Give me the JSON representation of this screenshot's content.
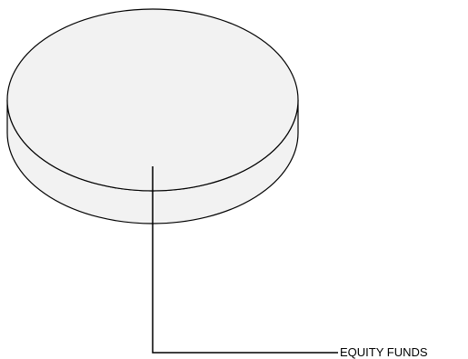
{
  "chart_data": {
    "type": "pie",
    "style": "3d",
    "categories": [
      "EQUITY FUNDS"
    ],
    "values": [
      100
    ],
    "title": "",
    "legend": "none",
    "colors": {
      "slice_fill": "#f2f2f2",
      "outline": "#000000",
      "background": "#ffffff"
    }
  }
}
